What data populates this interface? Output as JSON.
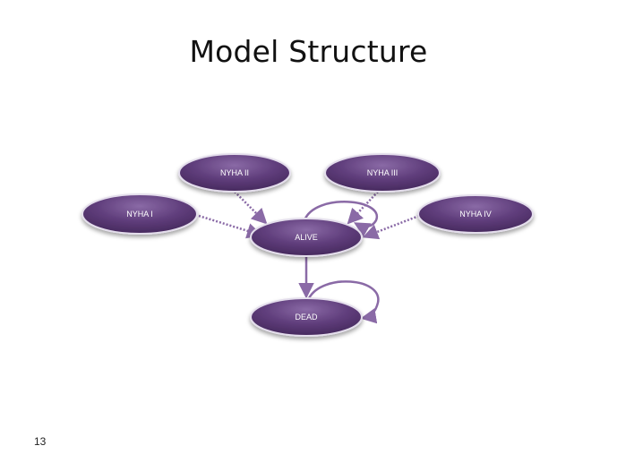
{
  "slide": {
    "title": "Model Structure",
    "number": "13"
  },
  "diagram": {
    "nodes": {
      "nyha_i": "NYHA I",
      "nyha_ii": "NYHA II",
      "nyha_iii": "NYHA III",
      "nyha_iv": "NYHA IV",
      "alive": "ALIVE",
      "dead": "DEAD"
    },
    "colors": {
      "node_fill": "#5d3a78",
      "node_highlight": "#8a6aa6",
      "node_border": "#d9d2e4",
      "arrow": "#8a6aa6"
    }
  }
}
